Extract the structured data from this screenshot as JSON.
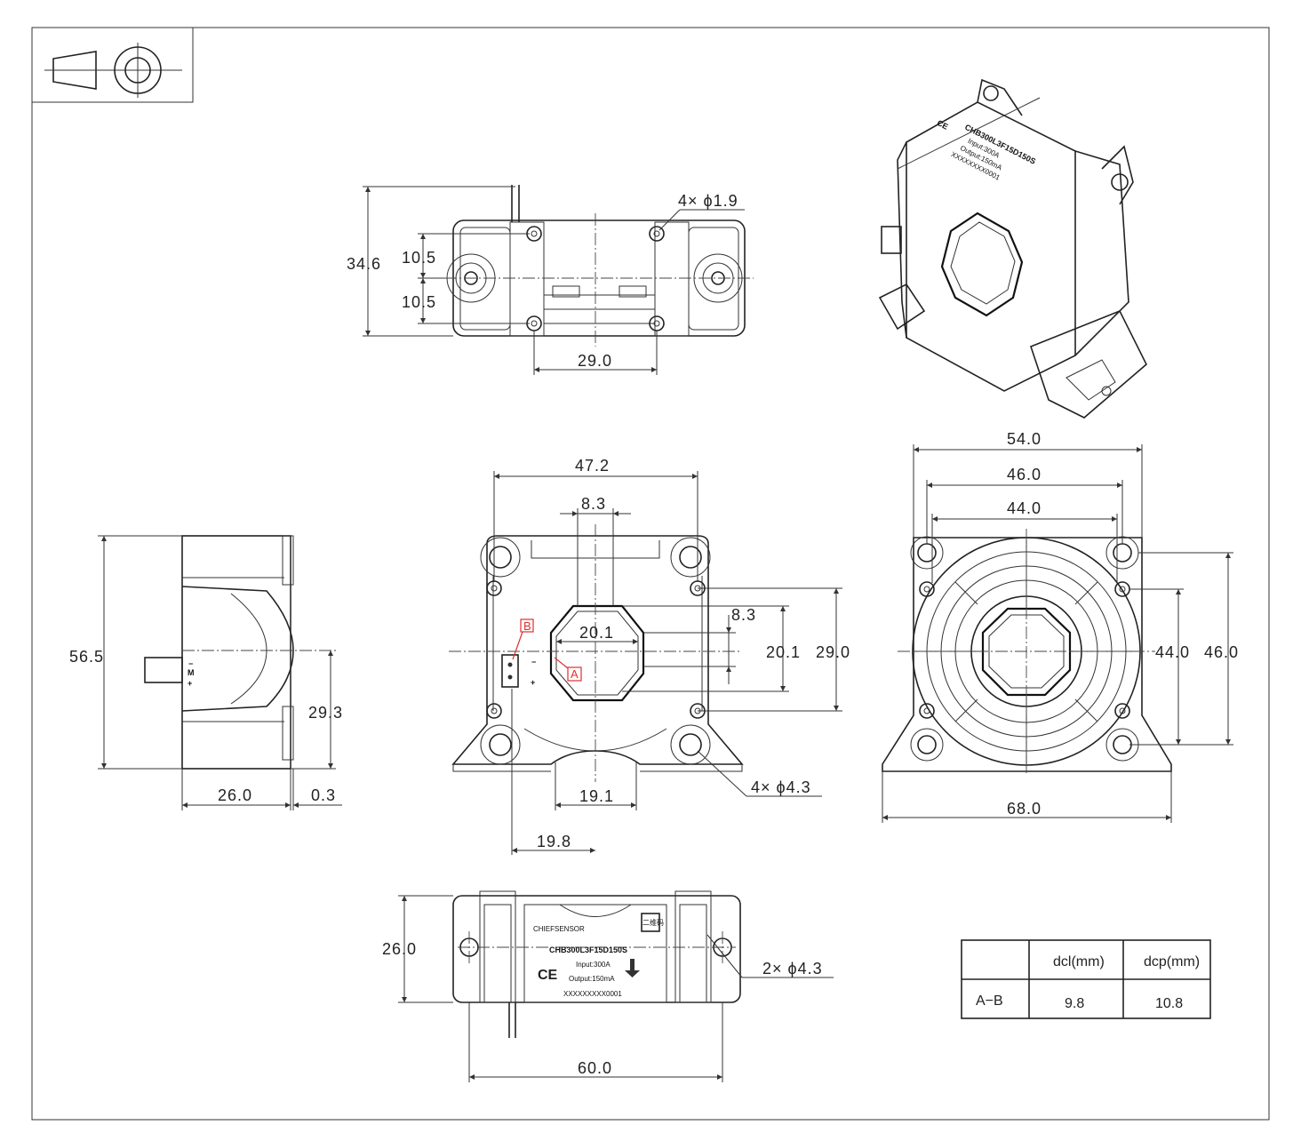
{
  "projection_symbol": "third-angle-projection",
  "top_view": {
    "height_dim": "34.6",
    "pitch_upper": "10.5",
    "pitch_lower": "10.5",
    "width_dim": "29.0",
    "holes_callout": "4× ϕ1.9"
  },
  "side_view": {
    "height_dim": "56.5",
    "center_dim": "29.3",
    "depth_dim": "26.0",
    "offset_dim": "0.3",
    "pin_minus": "−",
    "pin_m": "M",
    "pin_plus": "+"
  },
  "front_view": {
    "width_dim": "47.2",
    "aperture_width": "8.3",
    "aperture_height": "8.3",
    "octagon_width": "20.1",
    "octagon_height": "20.1",
    "height_dim": "29.0",
    "base_slot": "19.1",
    "offset_dim": "19.8",
    "holes_callout": "4× ϕ4.3",
    "marker_a": "A",
    "marker_b": "B",
    "pin_minus": "−",
    "pin_plus": "+"
  },
  "back_view": {
    "width_outer": "54.0",
    "width_mid": "46.0",
    "width_inner": "44.0",
    "height_inner": "44.0",
    "height_outer": "46.0",
    "base_width": "68.0"
  },
  "bottom_view": {
    "height_dim": "26.0",
    "width_dim": "60.0",
    "holes_callout": "2× ϕ4.3",
    "qr_label": "二维码",
    "logo_text": "CHIEFSENSOR",
    "model": "CHB300L3F15D150S",
    "input": "Input:300A",
    "output": "Output:150mA",
    "serial": "XXXXXXXXX0001",
    "ce_mark": "CE"
  },
  "iso_view": {
    "model": "CHB300L3F15D150S",
    "input": "Input:300A",
    "output": "Output:150mA",
    "serial": "XXXXXXXX0001",
    "ce_mark": "CE"
  },
  "clearance_table": {
    "headers": [
      "",
      "dcl(mm)",
      "dcp(mm)"
    ],
    "rows": [
      {
        "pair": "A−B",
        "dcl": "9.8",
        "dcp": "10.8"
      }
    ]
  }
}
